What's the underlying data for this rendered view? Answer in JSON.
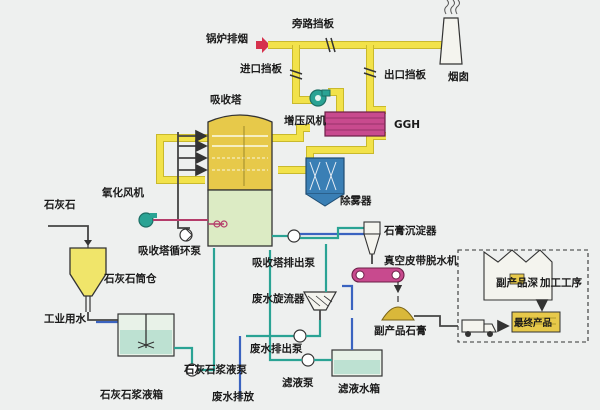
{
  "labels": {
    "bypass_damper": "旁路挡板",
    "boiler_flue_gas": "锅炉排烟",
    "inlet_damper": "进口挡板",
    "outlet_damper": "出口挡板",
    "chimney": "烟囱",
    "absorber": "吸收塔",
    "booster_fan": "增压风机",
    "ggh": "GGH",
    "limestone": "石灰石",
    "oxidation_fan": "氧化风机",
    "mist_eliminator": "除雾器",
    "absorber_recirc_pump": "吸收塔循环泵",
    "limestone_silo": "石灰石筒仓",
    "gypsum_settler": "石膏沉淀器",
    "absorber_discharge_pump": "吸收塔排出泵",
    "vacuum_belt_dewaterer": "真空皮带脱水机",
    "byproduct_storage": "副产品深",
    "processing_plant": "加工工序",
    "final_product": "最终产品",
    "industrial_water": "工业用水",
    "wastewater_cyclone": "废水旋流器",
    "byproduct_gypsum": "副产品石膏",
    "limestone_slurry_pump": "石灰石浆液泵",
    "wastewater_discharge_pump": "废水排出泵",
    "limestone_slurry_tank": "石灰石浆液箱",
    "wastewater_discharge": "废水排放",
    "filtrate_pump": "滤液泵",
    "filtrate_tank": "滤液水箱"
  },
  "colors": {
    "flue_gas": "#f2e24a",
    "slurry": "#2aa394",
    "water": "#3a63c0",
    "air": "#b43c6a",
    "absorber_upper": "#e7c94a",
    "absorber_lower": "#dcebc4",
    "ggh_fill": "#c84a8e",
    "inlet_arrow": "#d6324d"
  }
}
